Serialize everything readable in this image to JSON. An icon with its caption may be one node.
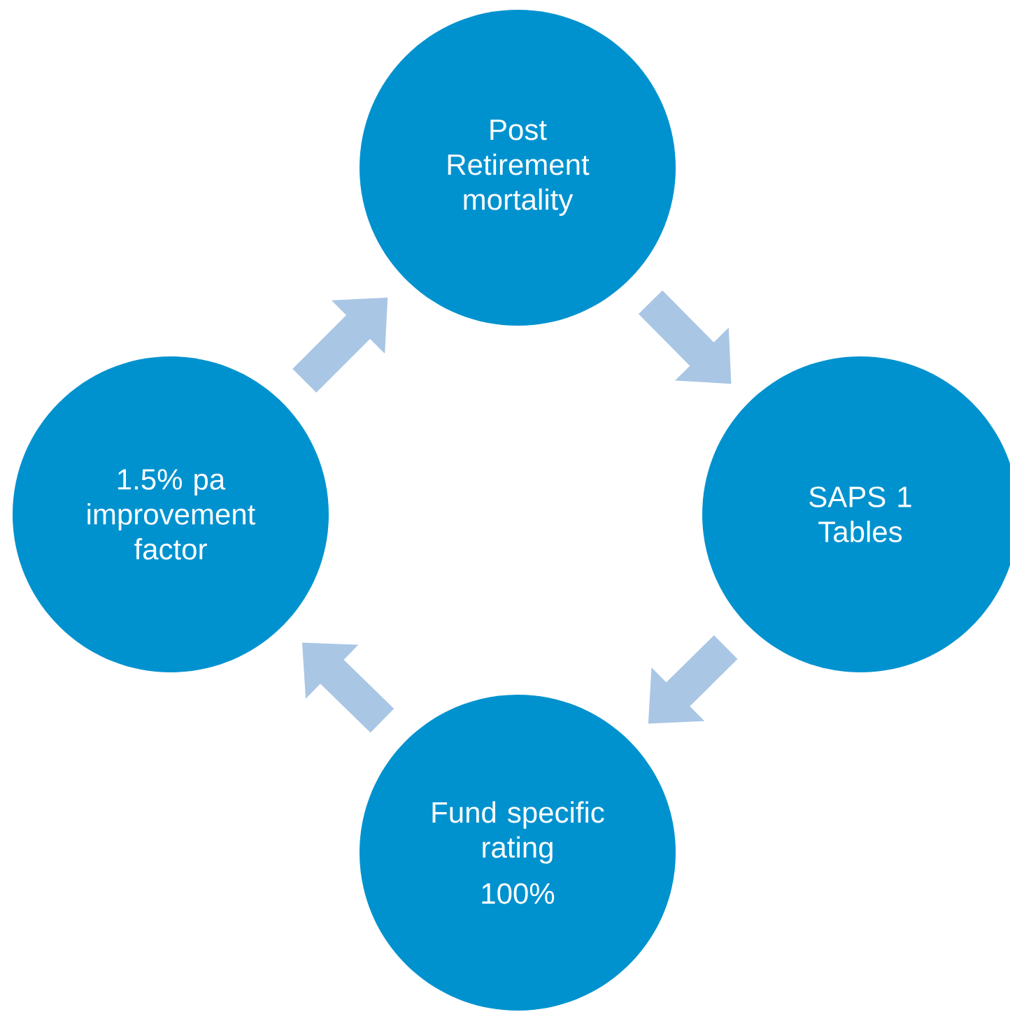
{
  "diagram": {
    "nodes": [
      {
        "text": [
          "Post Retirement mortality"
        ]
      },
      {
        "text": [
          "SAPS 1 Tables"
        ]
      },
      {
        "text": [
          "Fund specific rating",
          "100%"
        ]
      },
      {
        "text": [
          "1.5% pa improvement factor"
        ]
      }
    ],
    "edges": [
      {
        "from": 0,
        "to": 1,
        "arrow": "to"
      },
      {
        "from": 1,
        "to": 2,
        "arrow": "to"
      },
      {
        "from": 2,
        "to": 3,
        "arrow": "to"
      },
      {
        "from": 3,
        "to": 0,
        "arrow": "to"
      }
    ]
  }
}
